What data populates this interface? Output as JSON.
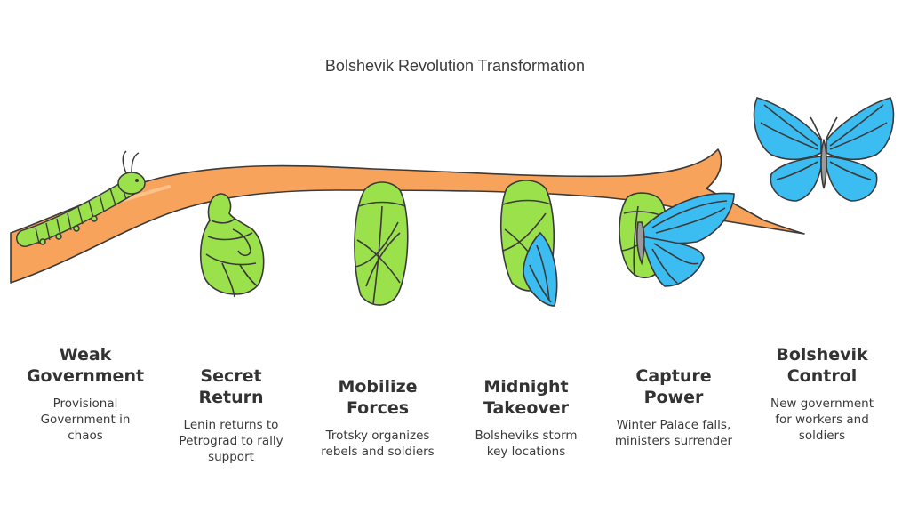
{
  "title": "Bolshevik Revolution Transformation",
  "stages": [
    {
      "heading_lines": [
        "Weak",
        "Government"
      ],
      "desc_lines": [
        "Provisional",
        "Government in",
        "chaos"
      ],
      "icon": "caterpillar-icon"
    },
    {
      "heading_lines": [
        "Secret",
        "Return"
      ],
      "desc_lines": [
        "Lenin returns to",
        "Petrograd to rally",
        "support"
      ],
      "icon": "chrysalis-curled-icon"
    },
    {
      "heading_lines": [
        "Mobilize",
        "Forces"
      ],
      "desc_lines": [
        "Trotsky organizes",
        "rebels and soldiers"
      ],
      "icon": "chrysalis-icon"
    },
    {
      "heading_lines": [
        "Midnight",
        "Takeover"
      ],
      "desc_lines": [
        "Bolsheviks storm",
        "key locations"
      ],
      "icon": "chrysalis-opening-icon"
    },
    {
      "heading_lines": [
        "Capture",
        "Power"
      ],
      "desc_lines": [
        "Winter Palace falls,",
        "ministers surrender"
      ],
      "icon": "emerging-butterfly-icon"
    },
    {
      "heading_lines": [
        "Bolshevik",
        "Control"
      ],
      "desc_lines": [
        "New government",
        "for workers and",
        "soldiers"
      ],
      "icon": "butterfly-icon"
    }
  ],
  "colors": {
    "branch": "#f7a35c",
    "green": "#9be14c",
    "blue": "#3bbdf2",
    "outline": "#3a3a3a",
    "text": "#333333"
  }
}
